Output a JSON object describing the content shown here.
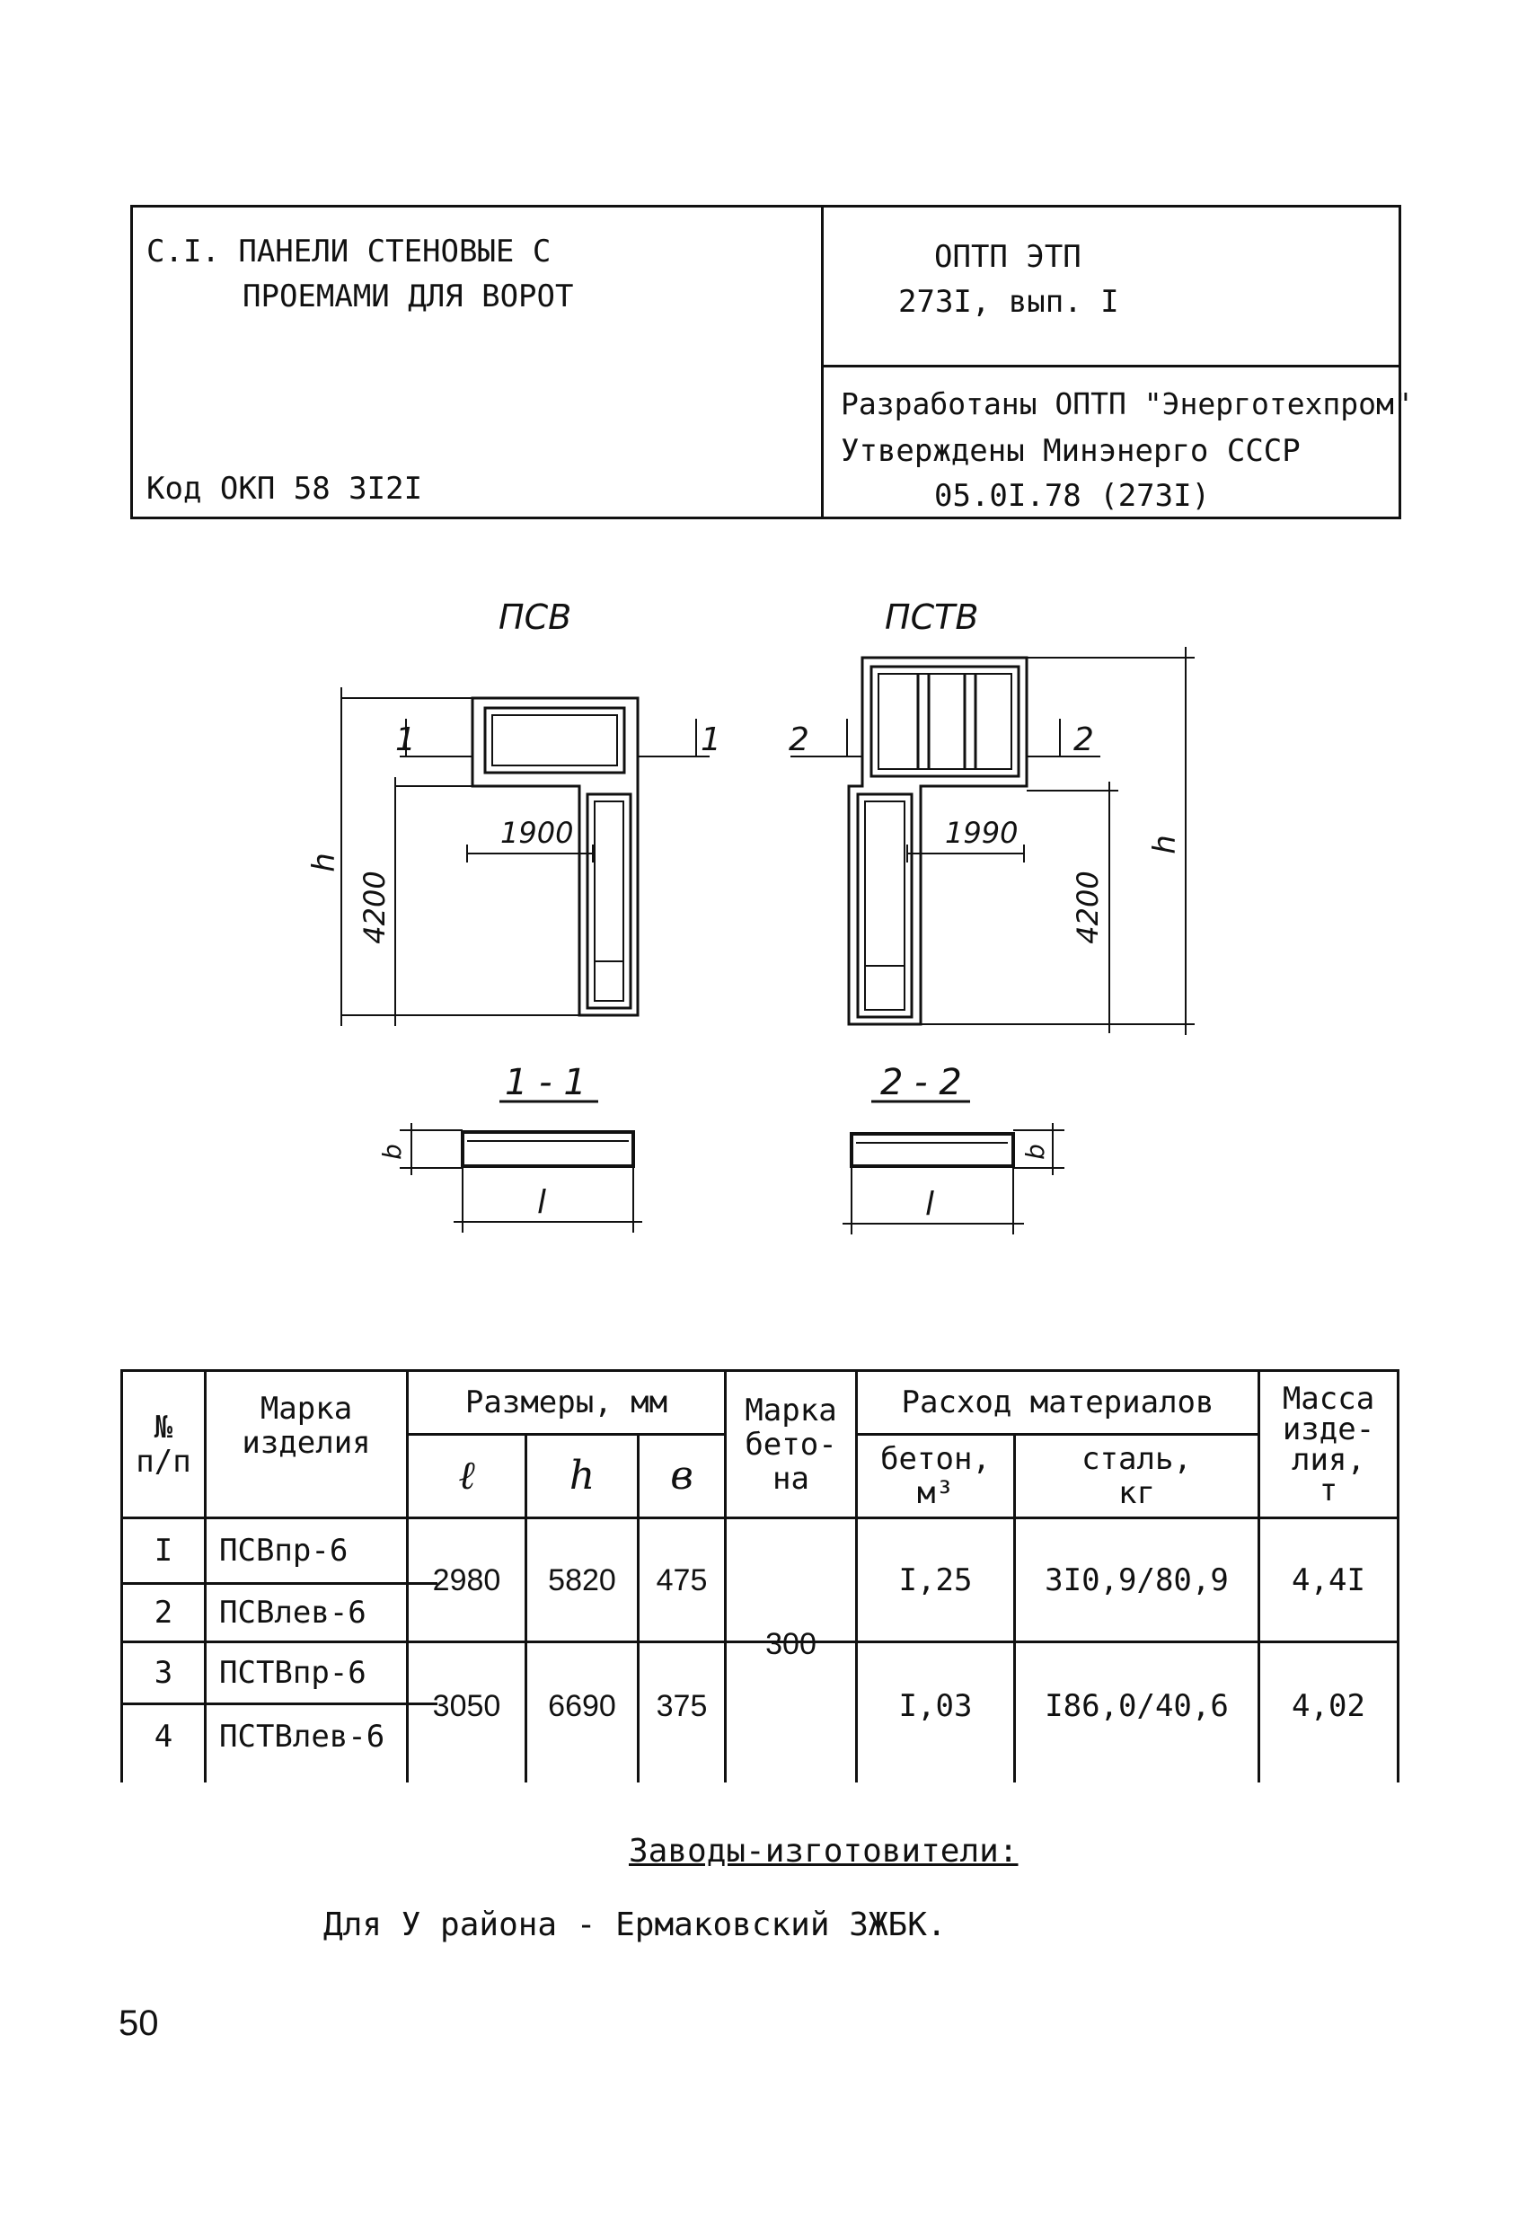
{
  "header": {
    "title_line1": "С.I. ПАНЕЛИ СТЕНОВЫЕ С",
    "title_line2": "ПРОЕМАМИ ДЛЯ ВОРОТ",
    "code": "Код ОКП 58 3I2I",
    "series_line1": "ОПТП ЭТП",
    "series_line2": "273I, вып. I",
    "dev_line1": "Разработаны ОПТП \"Энерготехпром\"",
    "dev_line2": "Утверждены Минэнерго СССР",
    "dev_line3": "05.0I.78 (273I)"
  },
  "drawings": {
    "left": {
      "label": "ПСВ",
      "section_mark_left": "1",
      "section_mark_right": "1",
      "dim_width": "1900",
      "dim_height": "4200",
      "dim_h": "h",
      "section_title": "1 - 1",
      "section_b": "b",
      "section_l": "l"
    },
    "right": {
      "label": "ПСТВ",
      "section_mark_left": "2",
      "section_mark_right": "2",
      "dim_width": "1990",
      "dim_height": "4200",
      "dim_h": "h",
      "section_title": "2 - 2",
      "section_b": "b",
      "section_l": "l"
    }
  },
  "table": {
    "headers": {
      "num": "№\nп/п",
      "mark": "Марка\nизделия",
      "sizes": "Размеры, мм",
      "l": "ℓ",
      "h": "h",
      "b": "в",
      "concrete_mark": "Марка\nбето-\nна",
      "consumption": "Расход материалов",
      "concrete": "бетон,\nм³",
      "steel": "сталь,\nкг",
      "mass": "Масса\nизде-\nлия,\nт"
    },
    "rows": [
      {
        "num": "I",
        "mark": "ПСВпр-6"
      },
      {
        "num": "2",
        "mark": "ПСВлев-6"
      },
      {
        "num": "3",
        "mark": "ПСТВпр-6"
      },
      {
        "num": "4",
        "mark": "ПСТВлев-6"
      }
    ],
    "groups": [
      {
        "l": "2980",
        "h": "5820",
        "b": "475",
        "concrete": "I,25",
        "steel": "3I0,9/80,9",
        "mass": "4,4I"
      },
      {
        "l": "3050",
        "h": "6690",
        "b": "375",
        "concrete": "I,03",
        "steel": "I86,0/40,6",
        "mass": "4,02"
      }
    ],
    "concrete_mark_value": "300"
  },
  "footer": {
    "manufacturers_title": "Заводы-изготовители:",
    "manufacturers_line": "Для У района - Ермаковский ЗЖБК."
  },
  "page_number": "50"
}
